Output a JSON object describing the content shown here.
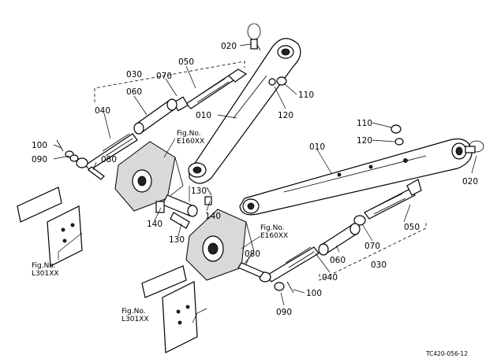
{
  "labels": {
    "l020a": "020",
    "l030a": "030",
    "l050a": "050",
    "l070a": "070",
    "l060a": "060",
    "l040a": "040",
    "l010a": "010",
    "l110a": "110",
    "l120a": "120",
    "l100a": "100",
    "l090a": "090",
    "l080a": "080",
    "l130a": "130",
    "l140a": "140",
    "l140b": "140",
    "l130b": "130",
    "l110b": "110",
    "l120b": "120",
    "l010b": "010",
    "l020b": "020",
    "l050b": "050",
    "l070b": "070",
    "l030b": "030",
    "l060b": "060",
    "l040b": "040",
    "l080b": "080",
    "l100b": "100",
    "l090b": "090"
  },
  "refs": {
    "fig_top_1": "Fig.No.",
    "fig_top_2": "E160XX",
    "fig_mid_1": "Fig.No.",
    "fig_mid_2": "E160XX",
    "fig_left_1": "Fig.No.",
    "fig_left_2": "L301XX",
    "fig_bot_1": "Fig.No.",
    "fig_bot_2": "L301XX"
  },
  "drawing_code": "TC420-056-12"
}
